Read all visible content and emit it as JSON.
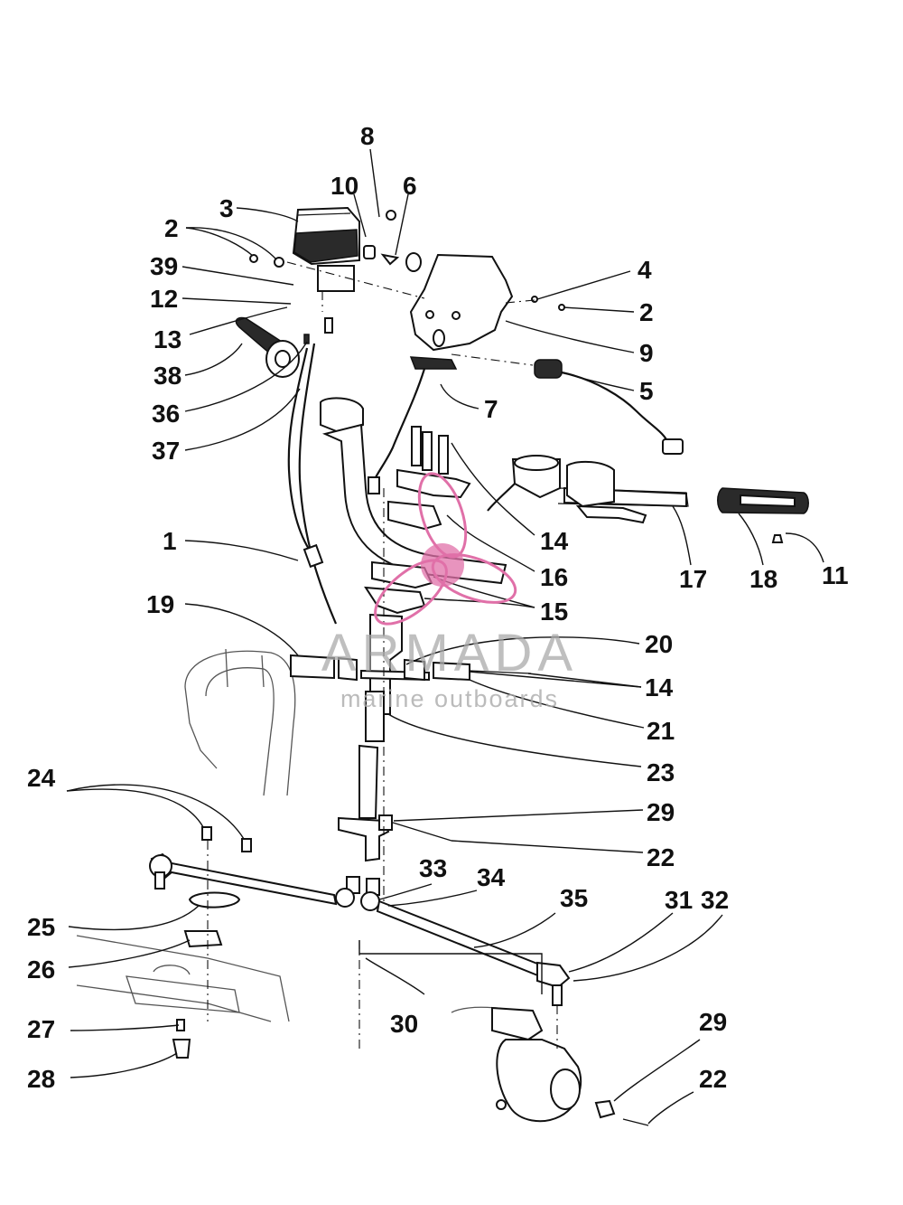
{
  "callouts": [
    {
      "id": "p8",
      "text": "8"
    },
    {
      "id": "p10",
      "text": "10"
    },
    {
      "id": "p6",
      "text": "6"
    },
    {
      "id": "p3",
      "text": "3"
    },
    {
      "id": "p2a",
      "text": "2"
    },
    {
      "id": "p39",
      "text": "39"
    },
    {
      "id": "p12",
      "text": "12"
    },
    {
      "id": "p13",
      "text": "13"
    },
    {
      "id": "p38",
      "text": "38"
    },
    {
      "id": "p36",
      "text": "36"
    },
    {
      "id": "p37",
      "text": "37"
    },
    {
      "id": "p4",
      "text": "4"
    },
    {
      "id": "p2b",
      "text": "2"
    },
    {
      "id": "p9",
      "text": "9"
    },
    {
      "id": "p5",
      "text": "5"
    },
    {
      "id": "p7",
      "text": "7"
    },
    {
      "id": "p14a",
      "text": "14"
    },
    {
      "id": "p16",
      "text": "16"
    },
    {
      "id": "p15",
      "text": "15"
    },
    {
      "id": "p17",
      "text": "17"
    },
    {
      "id": "p18",
      "text": "18"
    },
    {
      "id": "p11",
      "text": "11"
    },
    {
      "id": "p1",
      "text": "1"
    },
    {
      "id": "p19",
      "text": "19"
    },
    {
      "id": "p20",
      "text": "20"
    },
    {
      "id": "p14b",
      "text": "14"
    },
    {
      "id": "p21",
      "text": "21"
    },
    {
      "id": "p23",
      "text": "23"
    },
    {
      "id": "p24",
      "text": "24"
    },
    {
      "id": "p29a",
      "text": "29"
    },
    {
      "id": "p22a",
      "text": "22"
    },
    {
      "id": "p33",
      "text": "33"
    },
    {
      "id": "p34",
      "text": "34"
    },
    {
      "id": "p35",
      "text": "35"
    },
    {
      "id": "p31",
      "text": "31"
    },
    {
      "id": "p32",
      "text": "32"
    },
    {
      "id": "p25",
      "text": "25"
    },
    {
      "id": "p26",
      "text": "26"
    },
    {
      "id": "p27",
      "text": "27"
    },
    {
      "id": "p28",
      "text": "28"
    },
    {
      "id": "p30",
      "text": "30"
    },
    {
      "id": "p29b",
      "text": "29"
    },
    {
      "id": "p22b",
      "text": "22"
    }
  ],
  "watermark": {
    "name": "ARMADA",
    "tagline": "marine outboards",
    "logo_icon": "propeller-icon",
    "logo_color": "#e070a8"
  },
  "colors": {
    "ink": "#111111",
    "watermark_gray": "#aaaaaa"
  }
}
